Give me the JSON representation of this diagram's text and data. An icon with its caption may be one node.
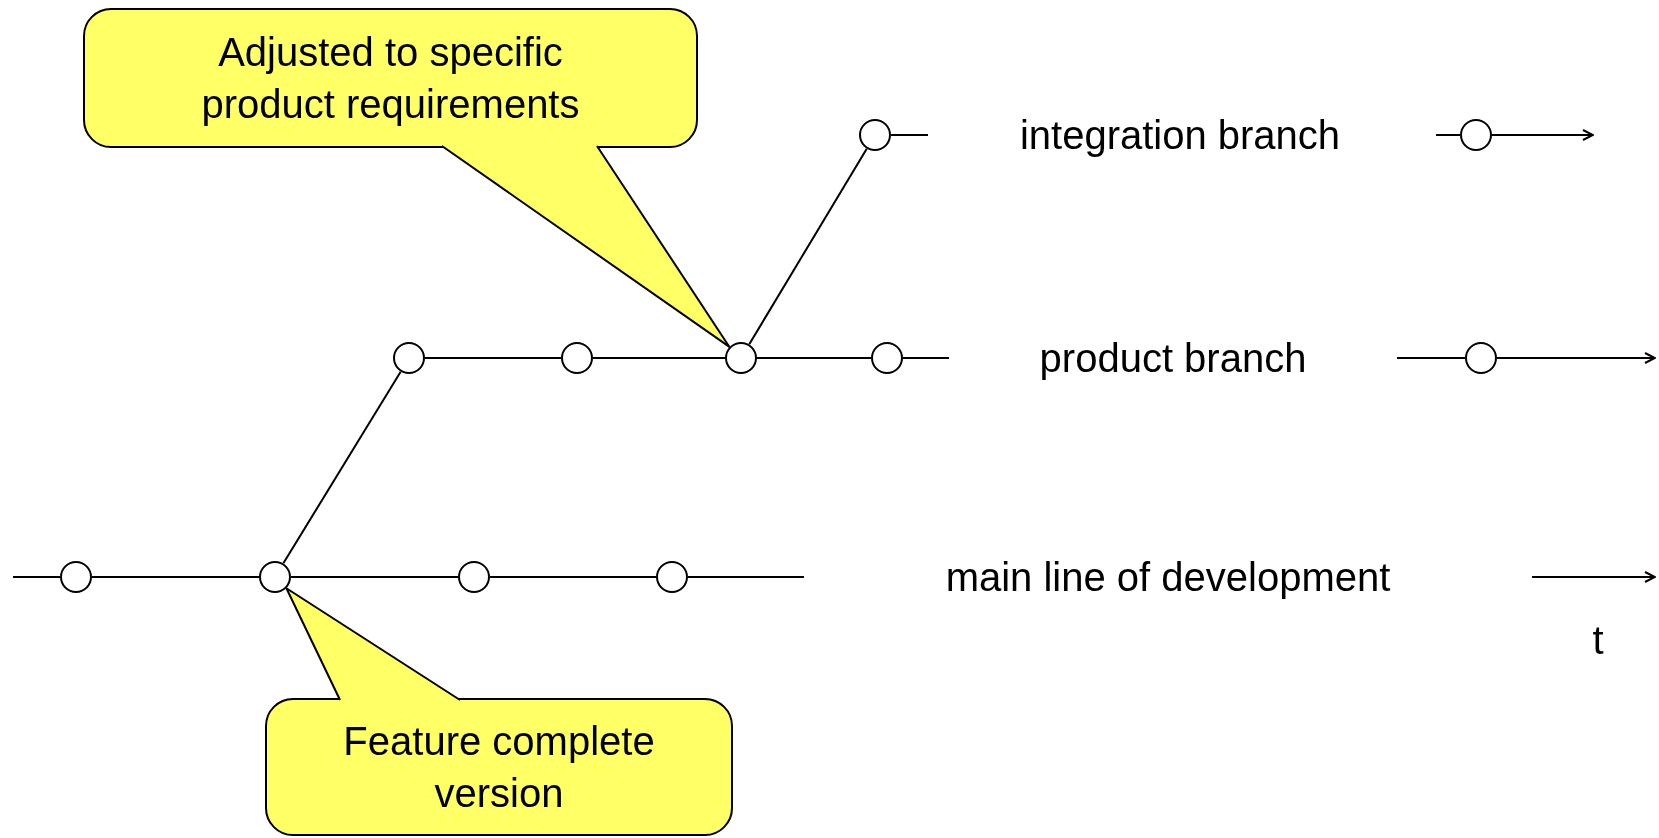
{
  "diagram": {
    "nodes": [
      {
        "text": [
          "Adjusted to specific product requirements"
        ]
      },
      {
        "text": [],
        "shape": "circle"
      },
      {
        "text": [],
        "shape": "circle"
      },
      {
        "text": [],
        "shape": "circle"
      },
      {
        "text": [],
        "shape": "circle"
      },
      {
        "text": [],
        "shape": "circle"
      },
      {
        "text": [],
        "shape": "circle"
      },
      {
        "text": [],
        "shape": "circle"
      },
      {
        "text": [],
        "shape": "circle"
      },
      {
        "text": [],
        "shape": "circle"
      },
      {
        "text": [],
        "shape": "circle"
      },
      {
        "text": [],
        "shape": "circle"
      },
      {
        "text": [
          "Feature complete version"
        ]
      }
    ],
    "edges": [
      {
        "from": null,
        "to": 8,
        "arrow": "none"
      },
      {
        "from": 8,
        "to": 9,
        "arrow": "none"
      },
      {
        "from": 9,
        "to": 10,
        "arrow": "none"
      },
      {
        "from": 10,
        "to": 11,
        "arrow": "none"
      },
      {
        "from": 11,
        "to": null,
        "arrow": "none"
      },
      {
        "from": 9,
        "to": 3,
        "arrow": "none"
      },
      {
        "from": 3,
        "to": 4,
        "arrow": "none"
      },
      {
        "from": 4,
        "to": 5,
        "arrow": "none"
      },
      {
        "from": 5,
        "to": 6,
        "arrow": "none"
      },
      {
        "from": 6,
        "to": null,
        "arrow": "none"
      },
      {
        "from": 5,
        "to": 1,
        "arrow": "none"
      },
      {
        "from": 1,
        "to": null,
        "arrow": "none"
      },
      {
        "from": null,
        "to": 7,
        "arrow": "none"
      },
      {
        "from": 7,
        "to": null,
        "arrow": "to"
      },
      {
        "from": null,
        "to": 2,
        "arrow": "none"
      },
      {
        "from": 2,
        "to": null,
        "arrow": "to"
      },
      {
        "from": 0,
        "to": 5,
        "arrow": "none"
      },
      {
        "from": 12,
        "to": 9,
        "arrow": "none"
      }
    ],
    "labels": [
      "integration branch",
      "product branch",
      "main line of development",
      "t"
    ]
  }
}
